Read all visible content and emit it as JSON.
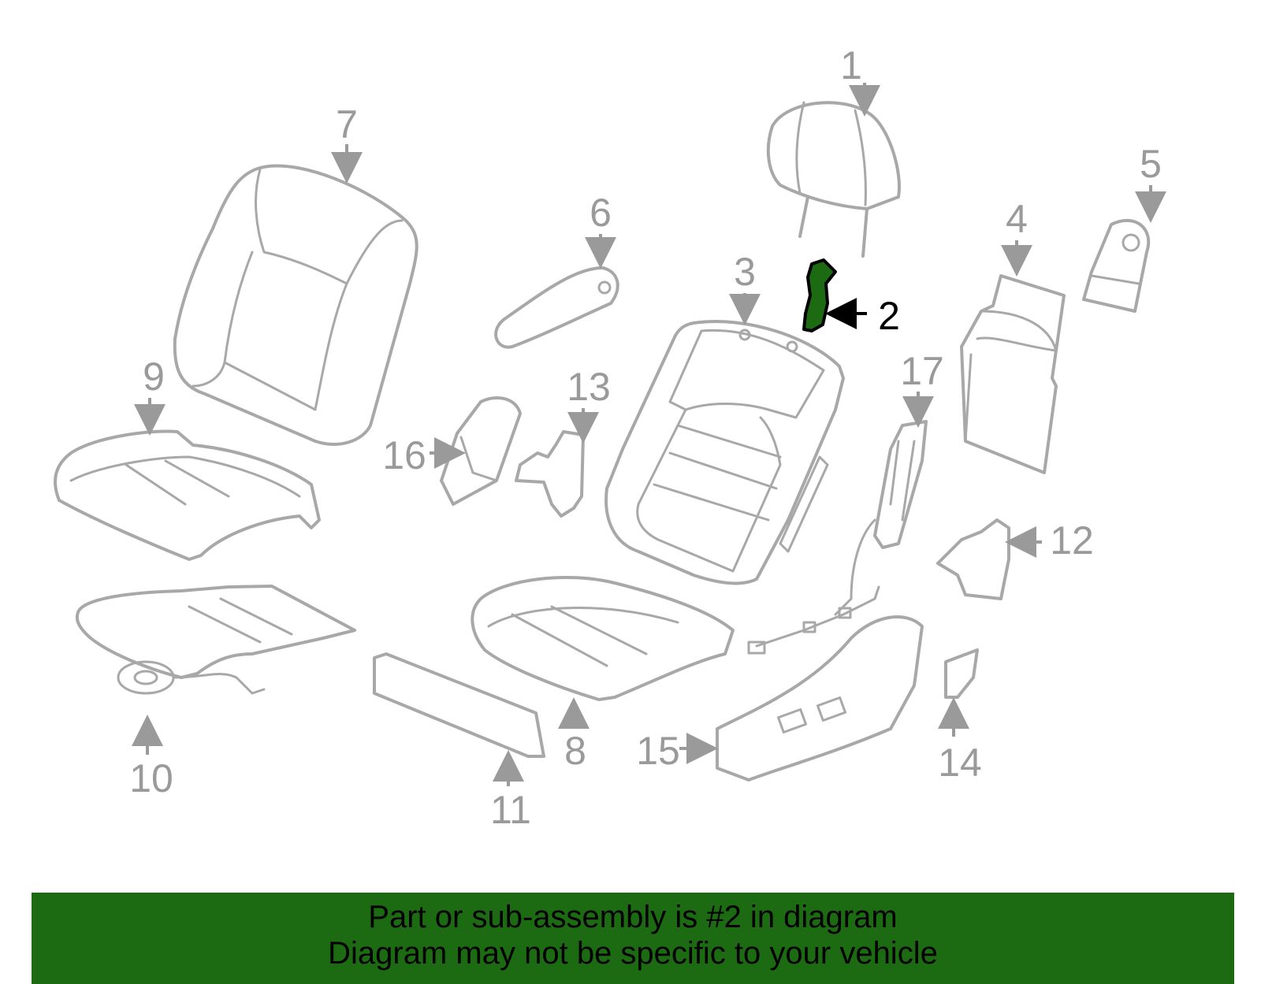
{
  "diagram": {
    "callouts": [
      "1",
      "2",
      "3",
      "4",
      "5",
      "6",
      "7",
      "8",
      "9",
      "10",
      "11",
      "12",
      "13",
      "14",
      "15",
      "16",
      "17"
    ],
    "highlighted_part": "2",
    "highlight_color": "#1c6b12",
    "part_color": "#a8a8a8"
  },
  "banner": {
    "line1": "Part or sub-assembly is #2 in diagram",
    "line2": "Diagram may not be specific to your vehicle",
    "background": "#1c6b12"
  }
}
